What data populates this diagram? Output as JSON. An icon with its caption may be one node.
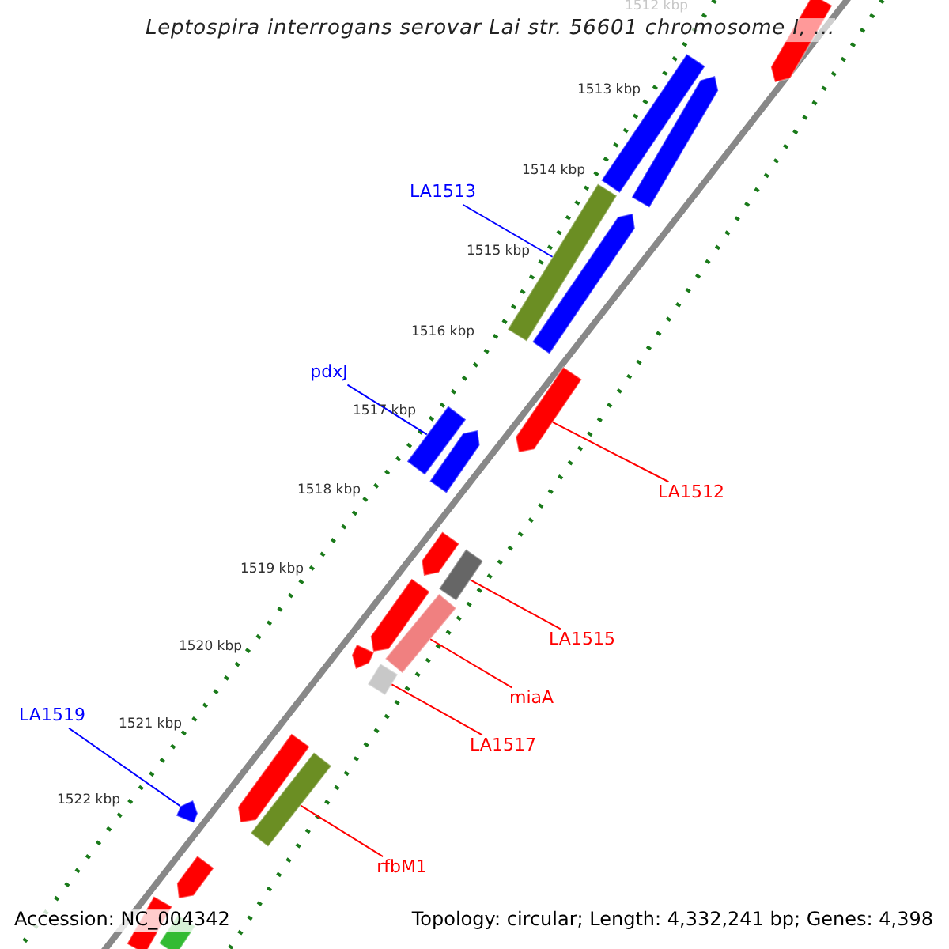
{
  "diagram": {
    "title": "Leptospira interrogans serovar Lai str. 56601 chromosome I, ...",
    "nodes": [
      {
        "text": [
          "LA1513"
        ]
      },
      {
        "text": [],
        "shape": "bar"
      },
      {
        "text": [
          "pdxJ"
        ]
      },
      {
        "text": [],
        "shape": "bar"
      },
      {
        "text": [
          "LA1512"
        ]
      },
      {
        "text": [],
        "shape": "bar"
      },
      {
        "text": [
          "LA1515"
        ]
      },
      {
        "text": [],
        "shape": "bar"
      },
      {
        "text": [
          "miaA"
        ]
      },
      {
        "text": [],
        "shape": "bar"
      },
      {
        "text": [
          "LA1517"
        ]
      },
      {
        "text": [],
        "shape": "bar"
      },
      {
        "text": [
          "LA1519"
        ]
      },
      {
        "text": [],
        "shape": "bar"
      },
      {
        "text": [
          "rfbM1"
        ]
      },
      {
        "text": [],
        "shape": "bar"
      },
      {
        "text": [],
        "shape": "bar"
      },
      {
        "text": [],
        "shape": "bar"
      },
      {
        "text": [],
        "shape": "bar"
      },
      {
        "text": [],
        "shape": "bar"
      },
      {
        "text": [],
        "shape": "bar"
      },
      {
        "text": [],
        "shape": "bar"
      },
      {
        "text": [],
        "shape": "bar"
      },
      {
        "text": [],
        "shape": "bar"
      },
      {
        "text": [],
        "shape": "bar"
      },
      {
        "text": [],
        "shape": "bar"
      },
      {
        "text": [],
        "shape": "bar"
      },
      {
        "text": [],
        "shape": "bar"
      }
    ],
    "edges": [
      {
        "from": 0,
        "to": 1,
        "arrow": "none",
        "color": "#0000ff"
      },
      {
        "from": 2,
        "to": 3,
        "arrow": "none",
        "color": "#0000ff"
      },
      {
        "from": 4,
        "to": 5,
        "arrow": "none"
      },
      {
        "from": 6,
        "to": 7,
        "arrow": "none"
      },
      {
        "from": 8,
        "to": 9,
        "arrow": "none"
      },
      {
        "from": 10,
        "to": 11,
        "arrow": "none"
      },
      {
        "from": 12,
        "to": 13,
        "arrow": "none",
        "color": "#0000ff"
      },
      {
        "from": 14,
        "to": 15,
        "arrow": "none"
      }
    ],
    "labels": [
      "1512 kbp",
      "1513 kbp",
      "1514 kbp",
      "1515 kbp",
      "1516 kbp",
      "1517 kbp",
      "1518 kbp",
      "1519 kbp",
      "1520 kbp",
      "1521 kbp",
      "1522 kbp",
      "Accession: NC_004342",
      "Topology: circular; Length: 4,332,241 bp; Genes: 4,398"
    ]
  }
}
